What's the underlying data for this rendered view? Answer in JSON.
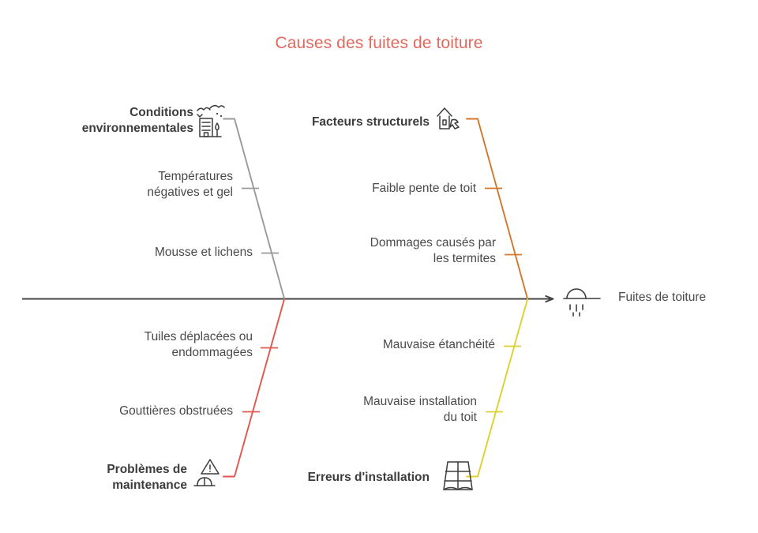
{
  "title": "Causes des fuites de toiture",
  "effect": {
    "label": "Fuites de toiture",
    "icon": "water-leak-icon"
  },
  "colors": {
    "title": "#e2695e",
    "spine": "#444444",
    "text": "#4a4a4a",
    "category_text": "#3c3c3c",
    "branch_environment": "#9a9a9a",
    "branch_structural": "#d2772c",
    "branch_maintenance": "#e0564d",
    "branch_installation": "#ded02f"
  },
  "categories": [
    {
      "id": "conditions-environnementales",
      "label": "Conditions\nenvironnementales",
      "label_line1": "Conditions",
      "label_line2": "environnementales",
      "position": "top-left",
      "color": "#9a9a9a",
      "icon": "weather-building-icon",
      "causes": [
        {
          "label_line1": "Températures",
          "label_line2": "négatives et gel"
        },
        {
          "label_line1": "Mousse et lichens",
          "label_line2": ""
        }
      ]
    },
    {
      "id": "facteurs-structurels",
      "label": "Facteurs structurels",
      "label_line1": "Facteurs structurels",
      "label_line2": "",
      "position": "top-right",
      "color": "#d2772c",
      "icon": "damaged-house-icon",
      "causes": [
        {
          "label_line1": "Faible pente de toit",
          "label_line2": ""
        },
        {
          "label_line1": "Dommages causés par",
          "label_line2": "les termites"
        }
      ]
    },
    {
      "id": "problemes-de-maintenance",
      "label": "Problèmes de\nmaintenance",
      "label_line1": "Problèmes de",
      "label_line2": "maintenance",
      "position": "bottom-left",
      "color": "#e0564d",
      "icon": "warning-helmet-icon",
      "causes": [
        {
          "label_line1": "Tuiles déplacées ou",
          "label_line2": "endommagées"
        },
        {
          "label_line1": "Gouttières obstruées",
          "label_line2": ""
        }
      ]
    },
    {
      "id": "erreurs-d-installation",
      "label": "Erreurs d'installation",
      "label_line1": "Erreurs d'installation",
      "label_line2": "",
      "position": "bottom-right",
      "color": "#ded02f",
      "icon": "roof-tiles-icon",
      "causes": [
        {
          "label_line1": "Mauvaise étanchéité",
          "label_line2": ""
        },
        {
          "label_line1": "Mauvaise installation",
          "label_line2": "du toit"
        }
      ]
    }
  ],
  "chart_data": {
    "type": "diagram",
    "subtype": "fishbone-ishikawa",
    "title": "Causes des fuites de toiture",
    "effect": "Fuites de toiture",
    "bones": [
      {
        "category": "Conditions environnementales",
        "quadrant": "top-left",
        "color": "#9a9a9a",
        "causes": [
          "Températures négatives et gel",
          "Mousse et lichens"
        ]
      },
      {
        "category": "Facteurs structurels",
        "quadrant": "top-right",
        "color": "#d2772c",
        "causes": [
          "Faible pente de toit",
          "Dommages causés par les termites"
        ]
      },
      {
        "category": "Problèmes de maintenance",
        "quadrant": "bottom-left",
        "color": "#e0564d",
        "causes": [
          "Tuiles déplacées ou endommagées",
          "Gouttières obstruées"
        ]
      },
      {
        "category": "Erreurs d'installation",
        "quadrant": "bottom-right",
        "color": "#ded02f",
        "causes": [
          "Mauvaise étanchéité",
          "Mauvaise installation du toit"
        ]
      }
    ]
  }
}
